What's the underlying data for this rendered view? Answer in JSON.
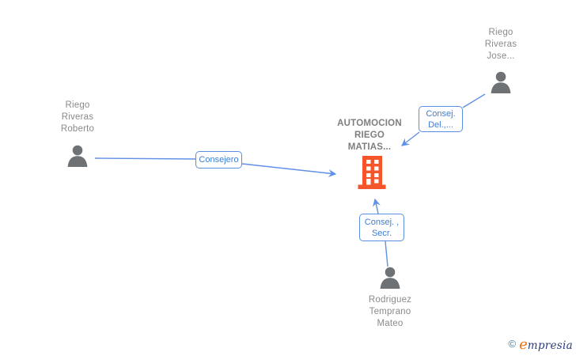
{
  "company": {
    "name_lines": [
      "AUTOMOCION",
      "RIEGO",
      "MATIAS..."
    ]
  },
  "people": {
    "roberto": {
      "lines": [
        "Riego",
        "Riveras",
        "Roberto"
      ]
    },
    "jose": {
      "lines": [
        "Riego",
        "Riveras",
        "Jose..."
      ]
    },
    "mateo": {
      "lines": [
        "Rodriguez",
        "Temprano",
        "Mateo"
      ]
    }
  },
  "relations": {
    "consejero": {
      "lines": [
        "Consejero"
      ]
    },
    "consej_del": {
      "lines": [
        "Consej.",
        "Del.,..."
      ]
    },
    "consej_secr": {
      "lines": [
        "Consej. ,",
        "Secr."
      ]
    }
  },
  "colors": {
    "connector_blue": "#6090e8",
    "label_text_blue": "#3f7ed3",
    "label_border_blue": "#5b8de4",
    "person_gray": "#6f7275",
    "name_text_gray": "#8a8a8a",
    "company_text_gray": "#7e7e7e",
    "building_orange": "#f4552b",
    "logo_copyright_teal": "#41809a",
    "logo_e_orange": "#ed7212",
    "logo_text_navy": "#2b3b7e"
  },
  "footer": {
    "copyright": "©",
    "brand_first_letter": "e",
    "brand_rest": "mpresia"
  }
}
